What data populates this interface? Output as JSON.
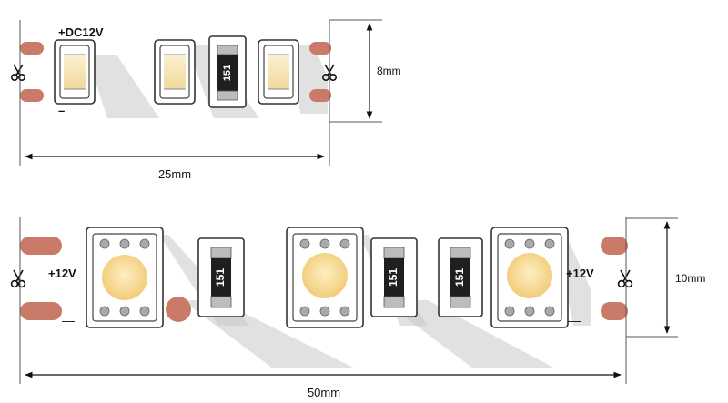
{
  "top_strip": {
    "voltage_label": "+DC12V",
    "minus_label": "–",
    "resistor_code": "151",
    "width_label": "8mm",
    "length_label": "25mm"
  },
  "bottom_strip": {
    "plus_left_label": "+12V",
    "plus_right_label": "+12V",
    "minus_left_label": "—",
    "minus_right_label": "—",
    "resistor_codes": [
      "151",
      "151",
      "151"
    ],
    "width_label": "10mm",
    "length_label": "50mm"
  },
  "colors": {
    "pad": "#c97a68",
    "led_small": "#f6e4b0",
    "led_large": "#f7d68a",
    "shadow": "#c9c9c9"
  },
  "icons": [
    "scissors-icon"
  ]
}
